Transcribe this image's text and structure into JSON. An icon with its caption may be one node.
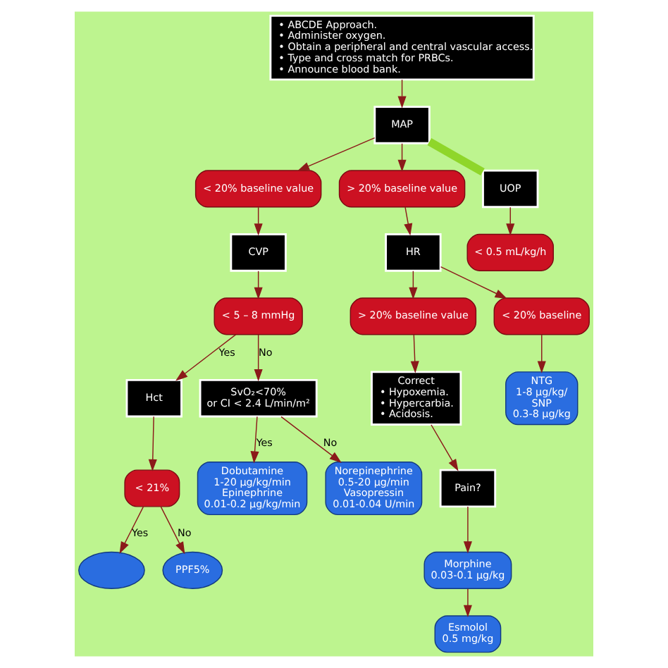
{
  "diagram": {
    "nodes": [
      {
        "text": [
          "• ABCDE Approach.",
          "• Administer oxygen.",
          "• Obtain a peripheral and central vascular access.",
          "• Type and cross match for PRBCs.",
          "• Announce blood bank."
        ]
      },
      {
        "text": [
          "MAP"
        ]
      },
      {
        "text": [
          "< 20% baseline value"
        ]
      },
      {
        "text": [
          "> 20% baseline value"
        ]
      },
      {
        "text": [
          "CVP"
        ]
      },
      {
        "text": [
          "HR"
        ]
      },
      {
        "text": [
          "< 5 – 8 mmHg"
        ]
      },
      {
        "text": [
          "Hct"
        ]
      },
      {
        "text": [
          "SvO₂<70%",
          "or CI < 2.4 L/min/m²"
        ]
      },
      {
        "text": [
          "< 21%"
        ]
      },
      {
        "text": [],
        "shape": "ellipse"
      },
      {
        "text": [
          "PPF5%"
        ]
      },
      {
        "text": [
          "Dobutamine",
          "1-20 µg/kg/min",
          "Epinephrine",
          "0.01-0.2 µg/kg/min"
        ]
      },
      {
        "text": [
          "Norepinephrine",
          "0.5-20 µg/min",
          "Vasopressin",
          "0.01-0.04 U/min"
        ]
      },
      {
        "text": [
          "> 20% baseline value"
        ]
      },
      {
        "text": [
          "< 20% baseline"
        ]
      },
      {
        "text": [
          "Correct",
          "• Hypoxemia.",
          "• Hypercarbia.",
          "• Acidosis."
        ]
      },
      {
        "text": [
          "NTG",
          "1-8 µg/kg/",
          "SNP",
          "0.3-8 µg/kg"
        ]
      },
      {
        "text": [
          "Pain?"
        ]
      },
      {
        "text": [
          "UOP"
        ]
      },
      {
        "text": [
          "< 0.5 mL/kg/h"
        ]
      },
      {
        "text": [
          "Morphine",
          "0.03-0.1 µg/kg"
        ]
      },
      {
        "text": [
          "Esmolol",
          "0.5 mg/kg"
        ]
      }
    ],
    "edges": [
      {
        "from": 0,
        "to": 1,
        "arrow": "to"
      },
      {
        "from": 1,
        "to": 2,
        "arrow": "to"
      },
      {
        "from": 1,
        "to": 3,
        "arrow": "to"
      },
      {
        "from": 1,
        "to": 19,
        "arrow": "none",
        "style": "thick",
        "color": "#8fd62a"
      },
      {
        "from": 2,
        "to": 4,
        "arrow": "to"
      },
      {
        "from": 3,
        "to": 5,
        "arrow": "to"
      },
      {
        "from": 4,
        "to": 6,
        "arrow": "to"
      },
      {
        "from": 6,
        "to": 7,
        "arrow": "to",
        "label": "Yes"
      },
      {
        "from": 6,
        "to": 8,
        "arrow": "to",
        "label": "No"
      },
      {
        "from": 7,
        "to": 9,
        "arrow": "to"
      },
      {
        "from": 9,
        "to": 10,
        "arrow": "to",
        "label": "Yes"
      },
      {
        "from": 9,
        "to": 11,
        "arrow": "to",
        "label": "No"
      },
      {
        "from": 8,
        "to": 12,
        "arrow": "to",
        "label": "Yes"
      },
      {
        "from": 8,
        "to": 13,
        "arrow": "to",
        "label": "No"
      },
      {
        "from": 5,
        "to": 14,
        "arrow": "to"
      },
      {
        "from": 5,
        "to": 15,
        "arrow": "to"
      },
      {
        "from": 14,
        "to": 16,
        "arrow": "to"
      },
      {
        "from": 15,
        "to": 17,
        "arrow": "to"
      },
      {
        "from": 16,
        "to": 18,
        "arrow": "to"
      },
      {
        "from": 18,
        "to": 21,
        "arrow": "to"
      },
      {
        "from": 21,
        "to": 22,
        "arrow": "to"
      },
      {
        "from": 19,
        "to": 20,
        "arrow": "to"
      }
    ]
  }
}
